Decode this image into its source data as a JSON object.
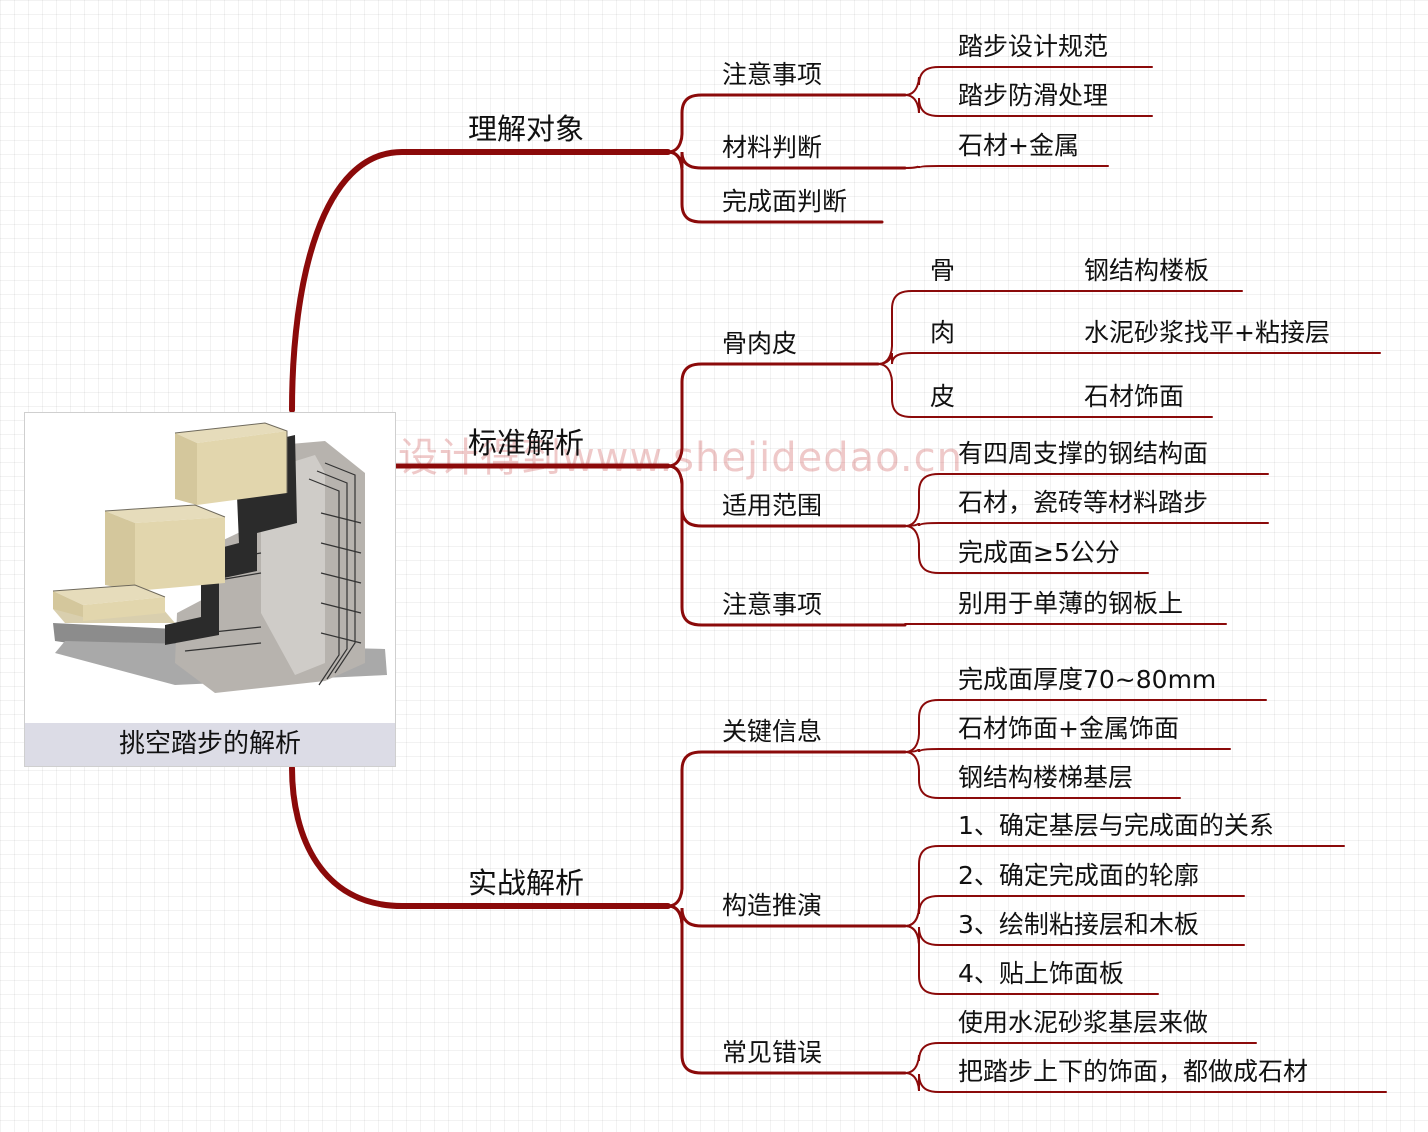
{
  "watermark": "设计得到www.shejidedao.cn",
  "root": {
    "label": "挑空踏步的解析",
    "image": "stair-cross-section-image"
  },
  "colors": {
    "branch": "#8b0a0a",
    "underline": "#8b0a0a"
  },
  "branches": [
    {
      "label": "理解对象",
      "children": [
        {
          "label": "注意事项",
          "children": [
            "踏步设计规范",
            "踏步防滑处理"
          ]
        },
        {
          "label": "材料判断",
          "children": [
            "石材+金属"
          ]
        },
        {
          "label": "完成面判断",
          "children": []
        }
      ]
    },
    {
      "label": "标准解析",
      "children": [
        {
          "label": "骨肉皮",
          "rows": [
            {
              "key": "骨",
              "value": "钢结构楼板"
            },
            {
              "key": "肉",
              "value": "水泥砂浆找平+粘接层"
            },
            {
              "key": "皮",
              "value": "石材饰面"
            }
          ]
        },
        {
          "label": "适用范围",
          "children": [
            "有四周支撑的钢结构面",
            "石材，瓷砖等材料踏步",
            "完成面≥5公分"
          ]
        },
        {
          "label": "注意事项",
          "children": [
            "别用于单薄的钢板上"
          ]
        }
      ]
    },
    {
      "label": "实战解析",
      "children": [
        {
          "label": "关键信息",
          "children": [
            "完成面厚度70~80mm",
            "石材饰面+金属饰面",
            "钢结构楼梯基层"
          ]
        },
        {
          "label": "构造推演",
          "children": [
            "1、确定基层与完成面的关系",
            "2、确定完成面的轮廓",
            "3、绘制粘接层和木板",
            "4、贴上饰面板"
          ]
        },
        {
          "label": "常见错误",
          "children": [
            "使用水泥砂浆基层来做",
            "把踏步上下的饰面，都做成石材"
          ]
        }
      ]
    }
  ]
}
